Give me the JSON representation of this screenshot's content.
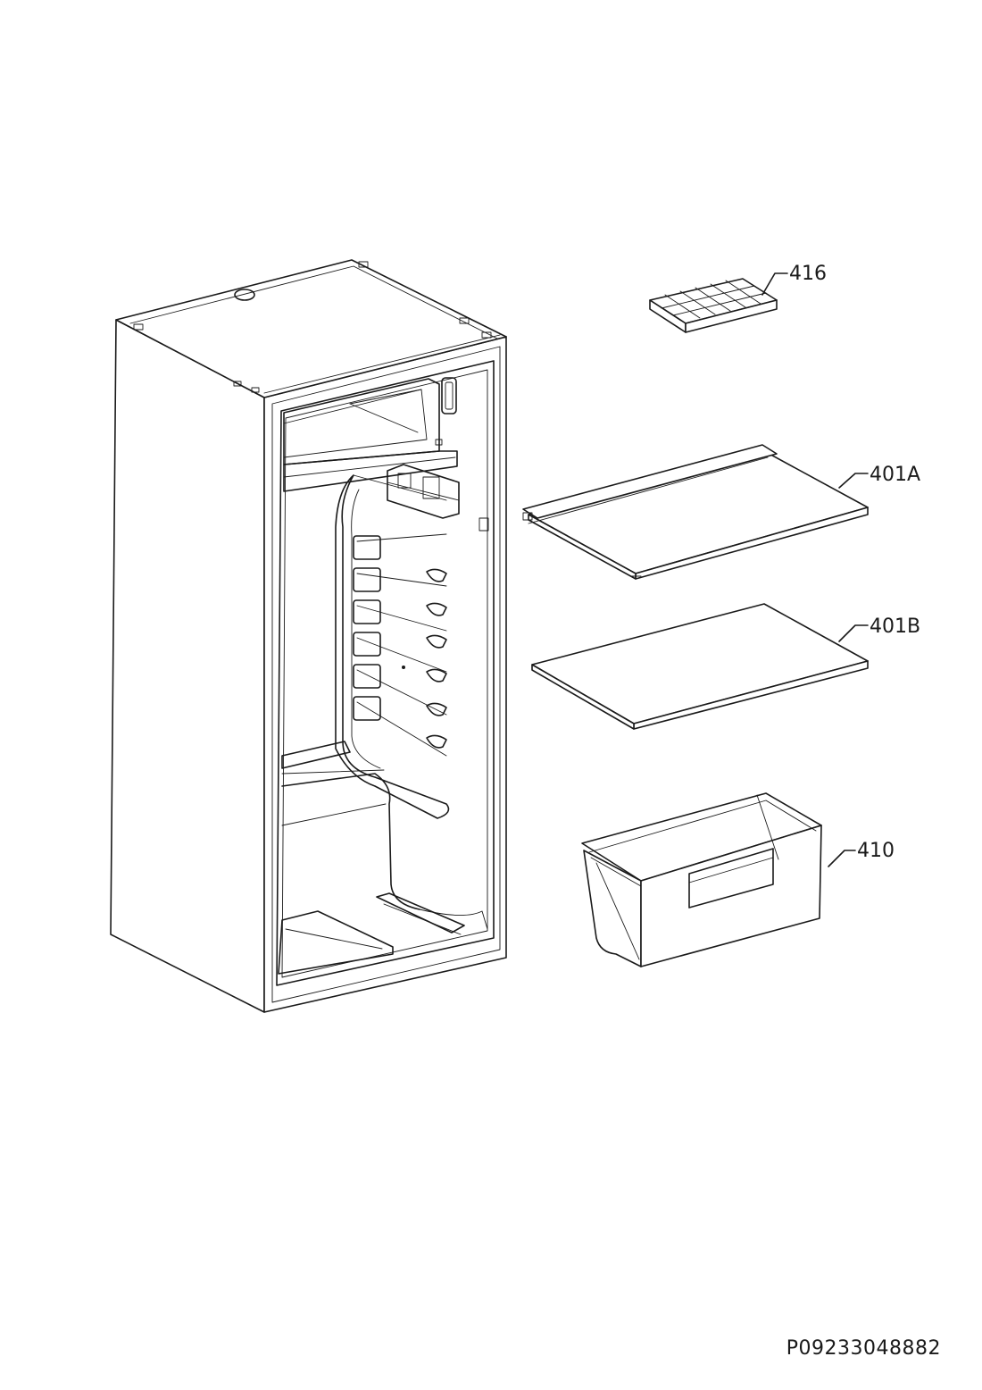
{
  "parts": [
    {
      "id": "416"
    },
    {
      "id": "401A"
    },
    {
      "id": "401B"
    },
    {
      "id": "410"
    }
  ],
  "drawing_ref": "P09233048882"
}
